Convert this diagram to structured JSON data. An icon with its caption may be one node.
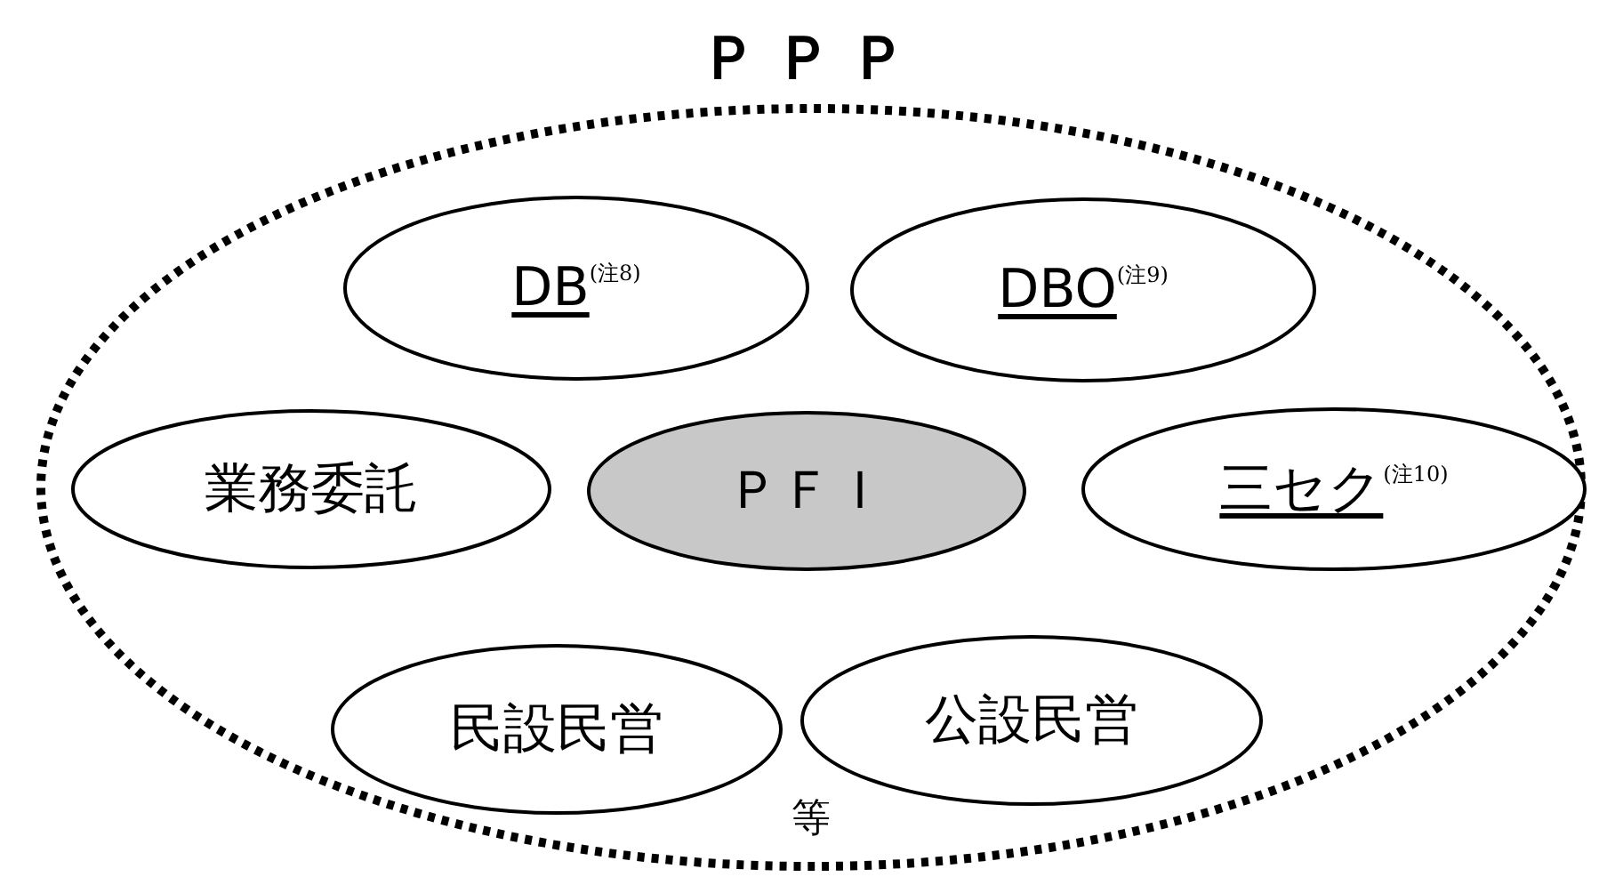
{
  "diagram": {
    "nodes": [
      {
        "text": [
          "ＰＰＰ",
          "等"
        ]
      },
      {
        "text": [
          "DB$^{(注8)}$"
        ],
        "in": 0
      },
      {
        "text": [
          "DBO$^{(注9)}$"
        ],
        "in": 0
      },
      {
        "text": [
          "業務委託"
        ],
        "in": 0
      },
      {
        "text": [
          "ＰＦＩ"
        ],
        "in": 0
      },
      {
        "text": [
          "三セク$^{(注10)}$"
        ],
        "in": 0
      },
      {
        "text": [
          "民設民営"
        ],
        "in": 0
      },
      {
        "text": [
          "公設民営"
        ],
        "in": 0
      }
    ],
    "edges": []
  }
}
